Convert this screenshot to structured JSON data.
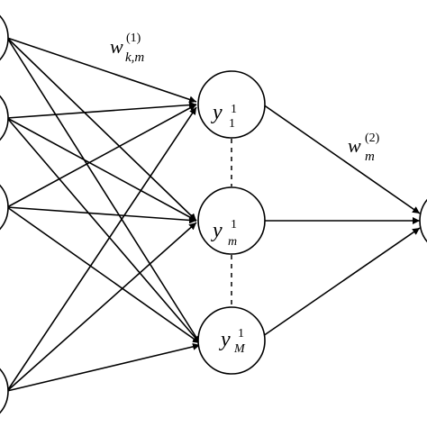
{
  "weights": {
    "layer1": {
      "w": "w",
      "sub": "k,m",
      "sup": "(1)"
    },
    "layer2": {
      "w": "w",
      "sub": "m",
      "sup": "(2)"
    }
  },
  "hidden_nodes": [
    {
      "base": "y",
      "sup": "1",
      "sub": "1"
    },
    {
      "base": "y",
      "sup": "1",
      "sub": "m"
    },
    {
      "base": "y",
      "sup": "1",
      "sub": "M"
    }
  ]
}
